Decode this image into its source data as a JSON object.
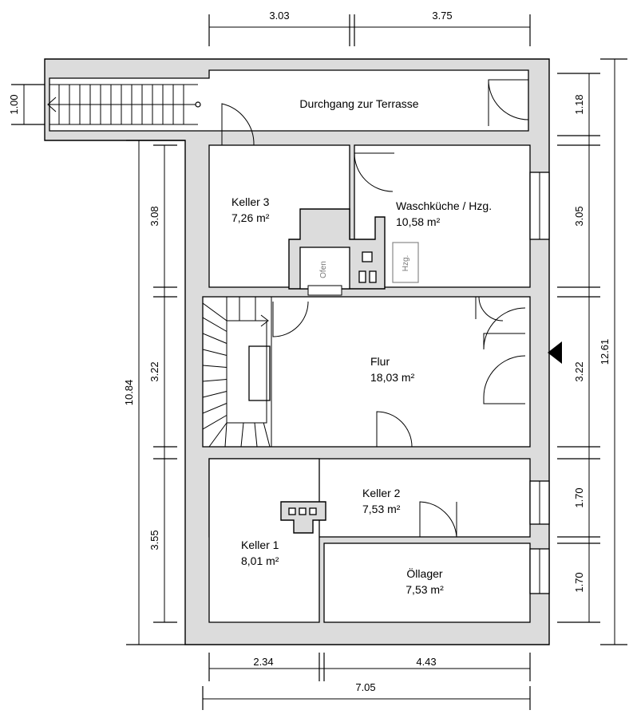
{
  "rooms": {
    "durchgang": {
      "name": "Durchgang zur Terrasse"
    },
    "keller3": {
      "name": "Keller 3",
      "area": "7,26 m²"
    },
    "waschkueche": {
      "name": "Waschküche / Hzg.",
      "area": "10,58 m²"
    },
    "flur": {
      "name": "Flur",
      "area": "18,03 m²"
    },
    "keller2": {
      "name": "Keller 2",
      "area": "7,53 m²"
    },
    "keller1": {
      "name": "Keller 1",
      "area": "8,01 m²"
    },
    "oellager": {
      "name": "Öllager",
      "area": "7,53 m²"
    }
  },
  "fixtures": {
    "ofen": "Ofen",
    "hzg": "Hzg."
  },
  "dimensions": {
    "top_left": "3.03",
    "top_right": "3.75",
    "stair_width": "1.00",
    "right_1": "1.18",
    "right_2": "3.05",
    "right_3": "3.22",
    "right_4": "1.70",
    "right_5": "1.70",
    "right_total": "12.61",
    "left_total": "10.84",
    "left_1": "3.08",
    "left_2": "3.22",
    "left_3": "3.55",
    "bottom_left": "2.34",
    "bottom_right": "4.43",
    "bottom_total": "7.05"
  }
}
